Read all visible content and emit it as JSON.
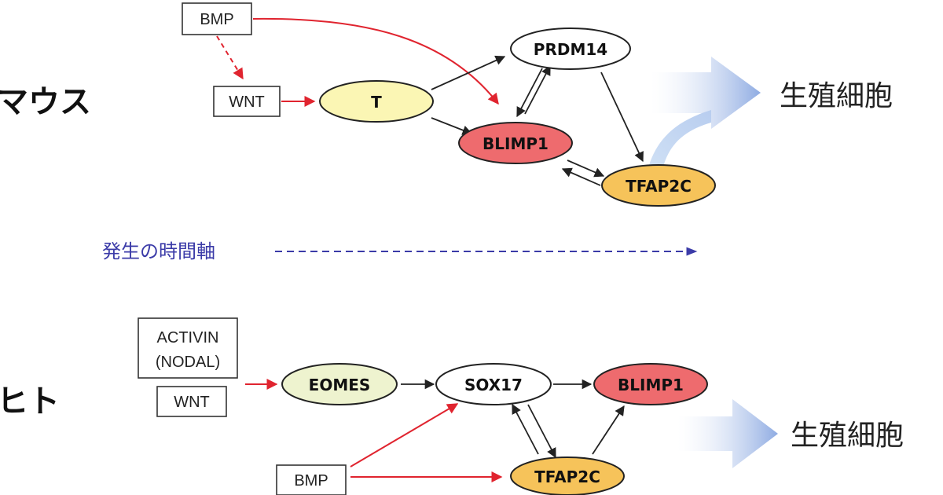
{
  "mouse": {
    "species_label": "マウス",
    "bmp": "BMP",
    "wnt": "WNT",
    "t": "T",
    "prdm14": "PRDM14",
    "blimp1": "BLIMP1",
    "tfap2c": "TFAP2C",
    "result": "生殖細胞"
  },
  "timeline": {
    "label": "発生の時間軸"
  },
  "human": {
    "species_label": "ヒト",
    "activin_line1": "ACTIVIN",
    "activin_line2": "(NODAL)",
    "wnt": "WNT",
    "bmp": "BMP",
    "eomes": "EOMES",
    "sox17": "SOX17",
    "blimp1": "BLIMP1",
    "tfap2c": "TFAP2C",
    "result": "生殖細胞"
  },
  "colors": {
    "t_fill": "#fbf6b4",
    "blimp1_fill": "#ee6b6e",
    "tfap2c_fill": "#f6c35a",
    "eomes_fill": "#eef3cf",
    "white_fill": "#ffffff",
    "red_arrow": "#e0242f",
    "timeline": "#3b3ba8",
    "big_arrow": "#9fb7e6"
  }
}
